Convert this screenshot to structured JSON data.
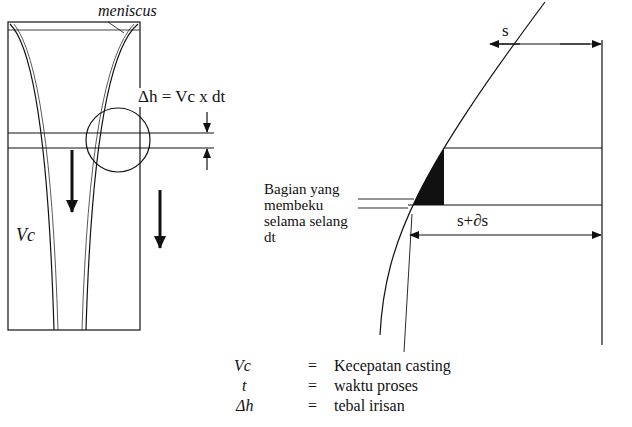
{
  "diagram": {
    "labels": [
      "meniscus",
      "Δh = Vc x dt",
      "Vc",
      "s",
      "s+∂s",
      "Bagian yang membeku selama selang dt",
      "Vc",
      "=",
      "Kecepatan casting",
      "t",
      "=",
      "waktu proses",
      "Δh",
      "=",
      "tebal irisan"
    ]
  }
}
